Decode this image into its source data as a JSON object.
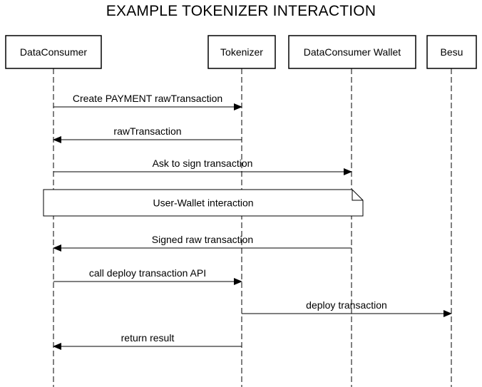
{
  "title": "EXAMPLE TOKENIZER INTERACTION",
  "participants": [
    {
      "id": "dataconsumer",
      "label": "DataConsumer"
    },
    {
      "id": "tokenizer",
      "label": "Tokenizer"
    },
    {
      "id": "wallet",
      "label": "DataConsumer Wallet"
    },
    {
      "id": "besu",
      "label": "Besu"
    }
  ],
  "messages": [
    {
      "from": "dataconsumer",
      "to": "tokenizer",
      "label": "Create PAYMENT rawTransaction"
    },
    {
      "from": "tokenizer",
      "to": "dataconsumer",
      "label": "rawTransaction"
    },
    {
      "from": "dataconsumer",
      "to": "wallet",
      "label": "Ask to sign transaction"
    },
    {
      "from": "wallet",
      "to": "dataconsumer",
      "label": "Signed raw transaction"
    },
    {
      "from": "dataconsumer",
      "to": "tokenizer",
      "label": "call deploy transaction API"
    },
    {
      "from": "tokenizer",
      "to": "besu",
      "label": "deploy transaction"
    },
    {
      "from": "tokenizer",
      "to": "dataconsumer",
      "label": "return result"
    }
  ],
  "note": {
    "label": "User-Wallet interaction"
  }
}
